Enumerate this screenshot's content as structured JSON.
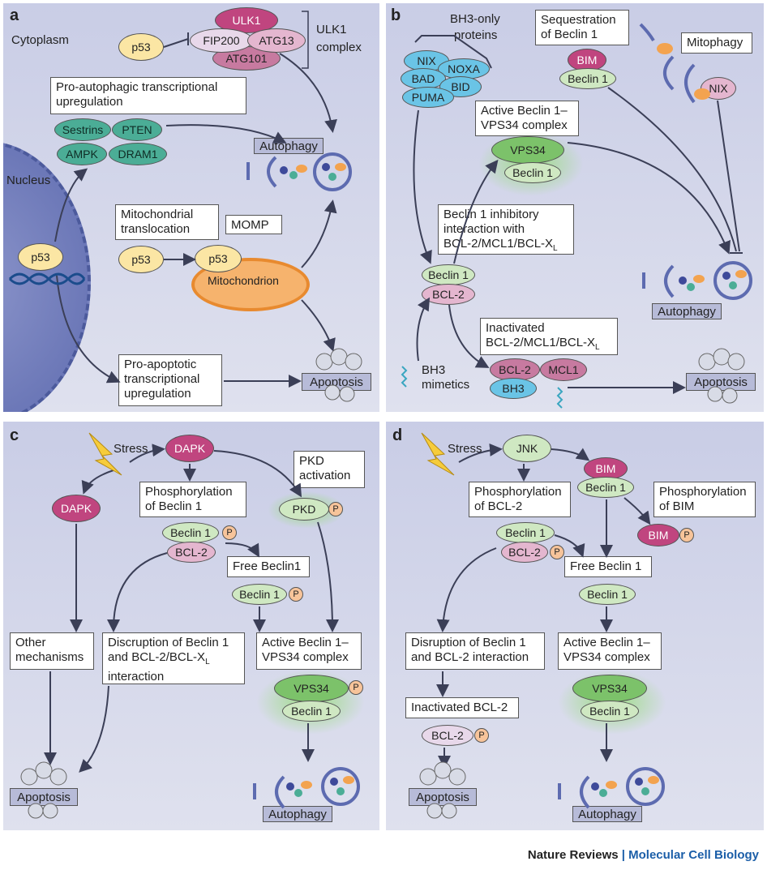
{
  "panels": {
    "a": {
      "label": "a",
      "cytoplasm": "Cytoplasm",
      "nucleus": "Nucleus",
      "ulk_complex_label": [
        "ULK1",
        "complex"
      ],
      "ulk1": "ULK1",
      "fip200": "FIP200",
      "atg13": "ATG13",
      "atg101": "ATG101",
      "p53": "p53",
      "pro_autophagic": [
        "Pro-autophagic transcriptional",
        "upregulation"
      ],
      "sestrins": "Sestrins",
      "pten": "PTEN",
      "ampk": "AMPK",
      "dram1": "DRAM1",
      "autophagy": "Autophagy",
      "mito_translocation": [
        "Mitochondrial",
        "translocation"
      ],
      "momp": "MOMP",
      "mitochondrion": "Mitochondrion",
      "pro_apoptotic": [
        "Pro-apoptotic",
        "transcriptional",
        "upregulation"
      ],
      "apoptosis": "Apoptosis"
    },
    "b": {
      "label": "b",
      "bh3_only": [
        "BH3-only",
        "proteins"
      ],
      "nix": "NIX",
      "noxa": "NOXA",
      "bad": "BAD",
      "bid": "BID",
      "puma": "PUMA",
      "sequestration": [
        "Sequestration",
        "of Beclin 1"
      ],
      "bim": "BIM",
      "beclin1": "Beclin 1",
      "mitophagy": "Mitophagy",
      "active_complex": [
        "Active Beclin 1–",
        "VPS34 complex"
      ],
      "vps34": "VPS34",
      "inhibitory": [
        "Beclin 1 inhibitory",
        "interaction with",
        "BCL-2/MCL1/BCL-X",
        "L"
      ],
      "bcl2": "BCL-2",
      "autophagy": "Autophagy",
      "inactivated": [
        "Inactivated",
        "BCL-2/MCL1/BCL-X",
        "L"
      ],
      "mcl1": "MCL1",
      "bh3": "BH3",
      "bh3_mimetics": [
        "BH3",
        "mimetics"
      ],
      "apoptosis": "Apoptosis"
    },
    "c": {
      "label": "c",
      "stress": "Stress",
      "dapk": "DAPK",
      "pkd_activation": [
        "PKD",
        "activation"
      ],
      "pkd": "PKD",
      "phospho_beclin": [
        "Phosphorylation",
        "of Beclin 1"
      ],
      "beclin1": "Beclin 1",
      "bcl2": "BCL-2",
      "free_beclin": "Free Beclin1",
      "other": [
        "Other",
        "mechanisms"
      ],
      "disruption": [
        "Discruption of Beclin 1",
        "and BCL-2/BCL-X",
        "L",
        "interaction"
      ],
      "active_complex": [
        "Active Beclin 1–",
        "VPS34 complex"
      ],
      "vps34": "VPS34",
      "p": "P",
      "apoptosis": "Apoptosis",
      "autophagy": "Autophagy"
    },
    "d": {
      "label": "d",
      "stress": "Stress",
      "jnk": "JNK",
      "bim": "BIM",
      "beclin1": "Beclin 1",
      "phospho_bcl2": [
        "Phosphorylation",
        "of BCL-2"
      ],
      "phospho_bim": [
        "Phosphorylation",
        "of BIM"
      ],
      "bcl2": "BCL-2",
      "free_beclin": "Free Beclin 1",
      "disruption": [
        "Disruption of Beclin 1",
        "and BCL-2 interaction"
      ],
      "active_complex": [
        "Active Beclin 1–",
        "VPS34 complex"
      ],
      "vps34": "VPS34",
      "inactivated": "Inactivated BCL-2",
      "p": "P",
      "apoptosis": "Apoptosis",
      "autophagy": "Autophagy"
    }
  },
  "footer": {
    "journal": "Nature Reviews",
    "separator": "|",
    "section": "Molecular Cell Biology"
  },
  "colors": {
    "panel_bg": "#c9cde6",
    "accent_blue": "#1b5ea8",
    "mito": "#f3a34f",
    "arrow": "#3b3f57"
  }
}
